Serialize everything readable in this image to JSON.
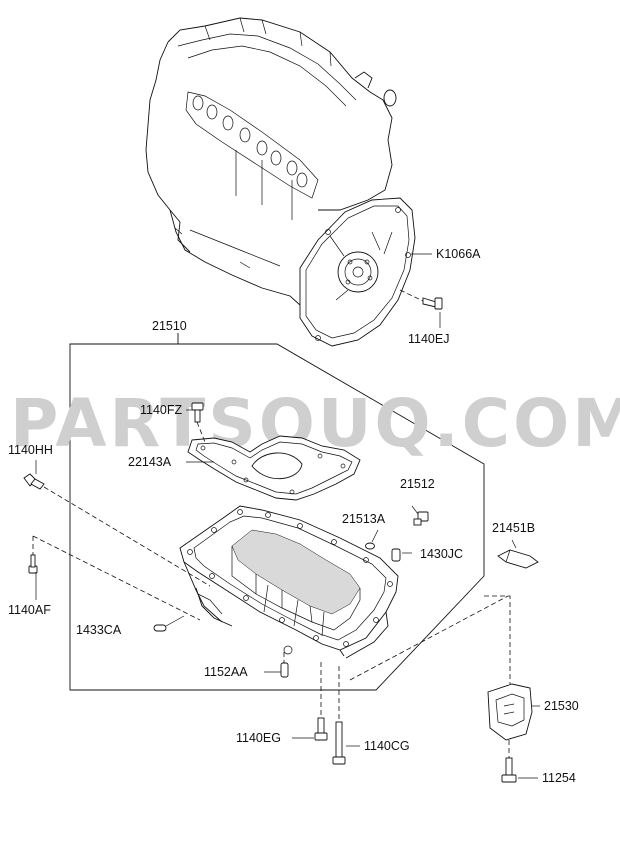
{
  "watermark": "PARTSOUQ.COM",
  "labels": {
    "assy_box": "21510",
    "k1066a": "K1066A",
    "c1140ej": "1140EJ",
    "c1140fz": "1140FZ",
    "c22143a": "22143A",
    "c1140hh": "1140HH",
    "c21512": "21512",
    "c21513a": "21513A",
    "c1430jc": "1430JC",
    "c21451b": "21451B",
    "c1140af": "1140AF",
    "c1433ca": "1433CA",
    "c1152aa": "1152AA",
    "c21530": "21530",
    "c1140eg": "1140EG",
    "c1140cg": "1140CG",
    "c11254": "11254"
  }
}
